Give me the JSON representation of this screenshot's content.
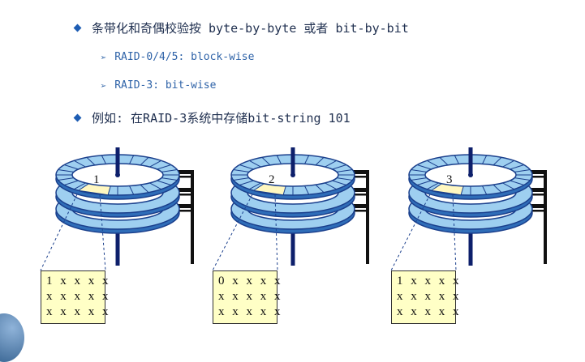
{
  "bullets": [
    {
      "text": "条带化和奇偶校验按 byte-by-byte 或者 bit-by-bit"
    },
    {
      "text": "例如: 在RAID-3系统中存储bit-string 101"
    }
  ],
  "sub_bullets": [
    {
      "text": "RAID-0/4/5: block-wise"
    },
    {
      "text": "RAID-3: bit-wise"
    }
  ],
  "disks": [
    {
      "label": "1",
      "rows": [
        "1 x x x x",
        "x x x x x",
        "x x x x x"
      ]
    },
    {
      "label": "2",
      "rows": [
        "0 x x x x",
        "x x x x x",
        "x x x x x"
      ]
    },
    {
      "label": "3",
      "rows": [
        "1 x x x x",
        "x x x x x",
        "x x x x x"
      ]
    }
  ],
  "colors": {
    "platter_fill": "#9ecff0",
    "platter_stroke": "#1a3f8c",
    "highlight_sector": "#fff7c0",
    "box_fill": "#ffffc6"
  }
}
